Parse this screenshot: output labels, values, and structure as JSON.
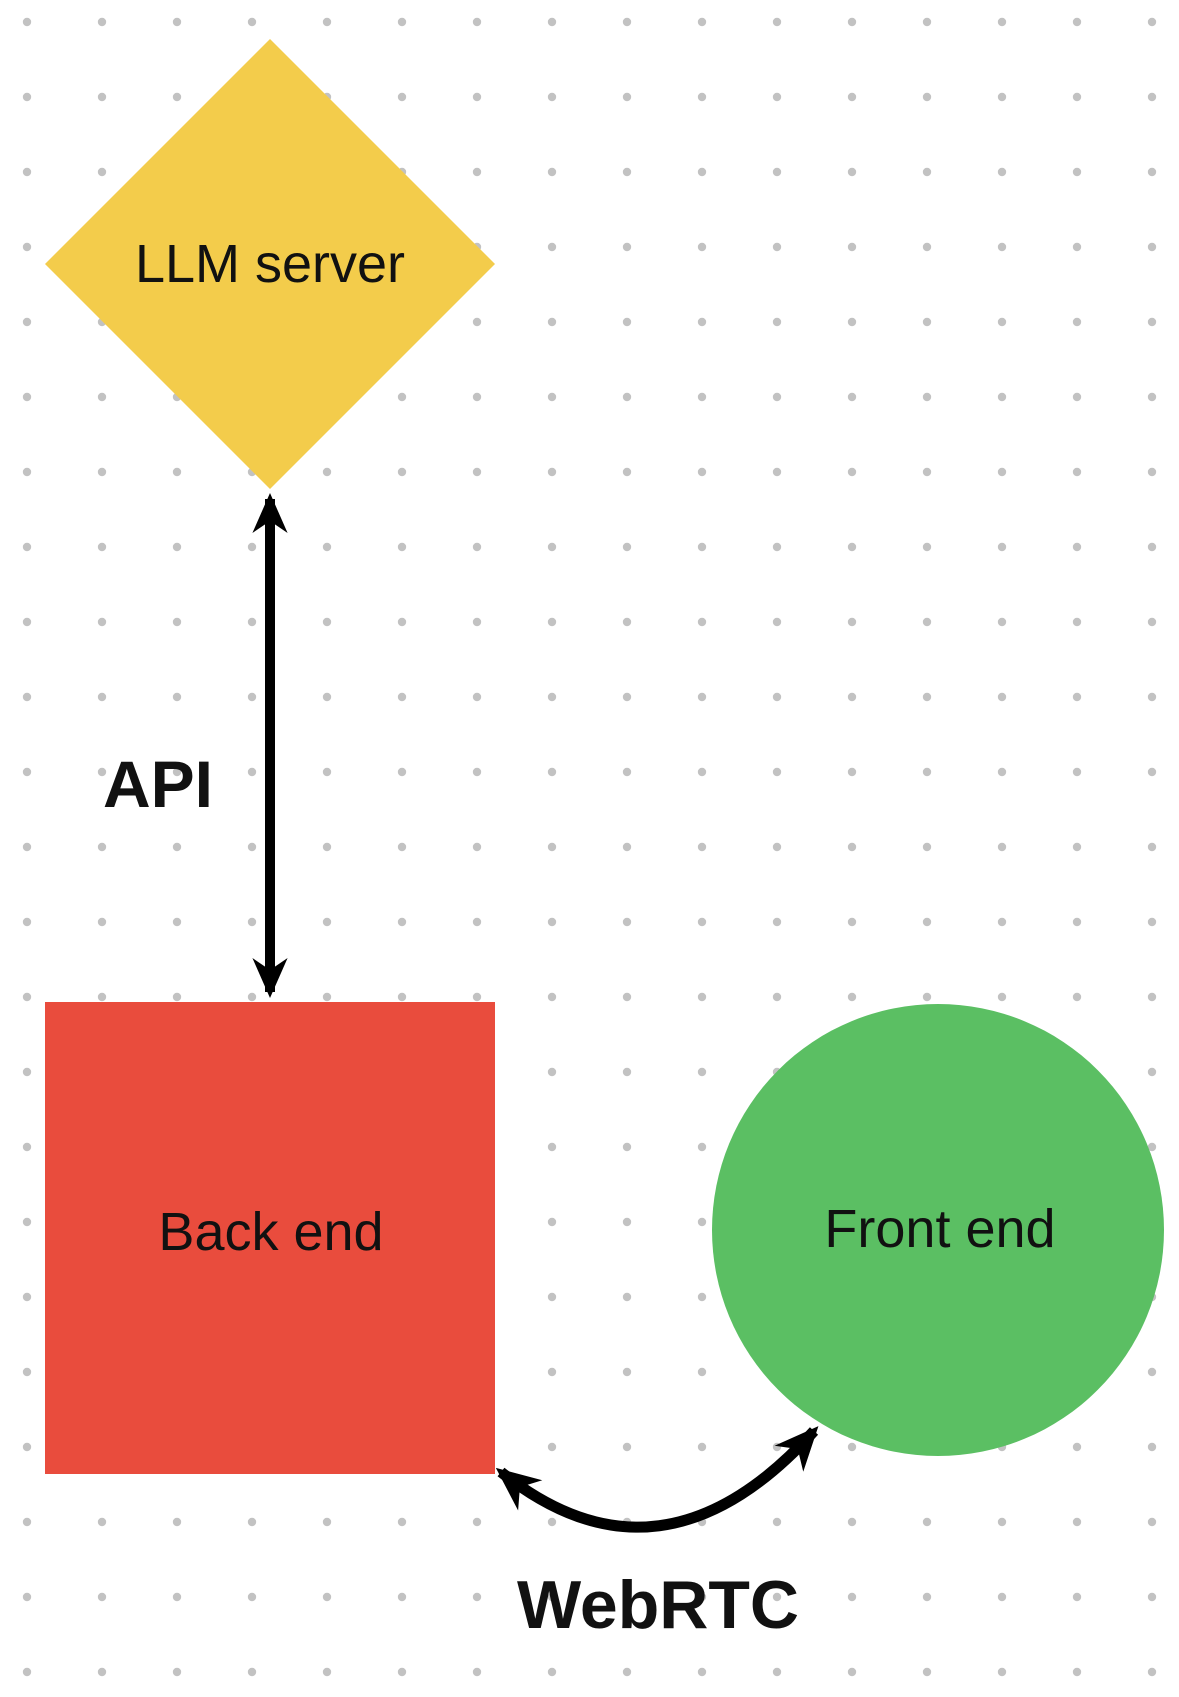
{
  "canvas": {
    "background_color": "#FFFFFF",
    "dot_grid_color": "#C2C2C2",
    "text_color": "#111111",
    "connector_color": "#000000"
  },
  "nodes": {
    "llm_server": {
      "shape": "diamond",
      "label": "LLM server",
      "color": "#F3CC4B"
    },
    "back_end": {
      "shape": "square",
      "label": "Back end",
      "color": "#E94C3D"
    },
    "front_end": {
      "shape": "circle",
      "label": "Front end",
      "color": "#5BBF63"
    }
  },
  "connectors": {
    "api": {
      "label": "API",
      "from": "llm_server",
      "to": "back_end",
      "arrow": "double-headed"
    },
    "webrtc": {
      "label": "WebRTC",
      "from": "back_end",
      "to": "front_end",
      "arrow": "double-headed"
    }
  }
}
